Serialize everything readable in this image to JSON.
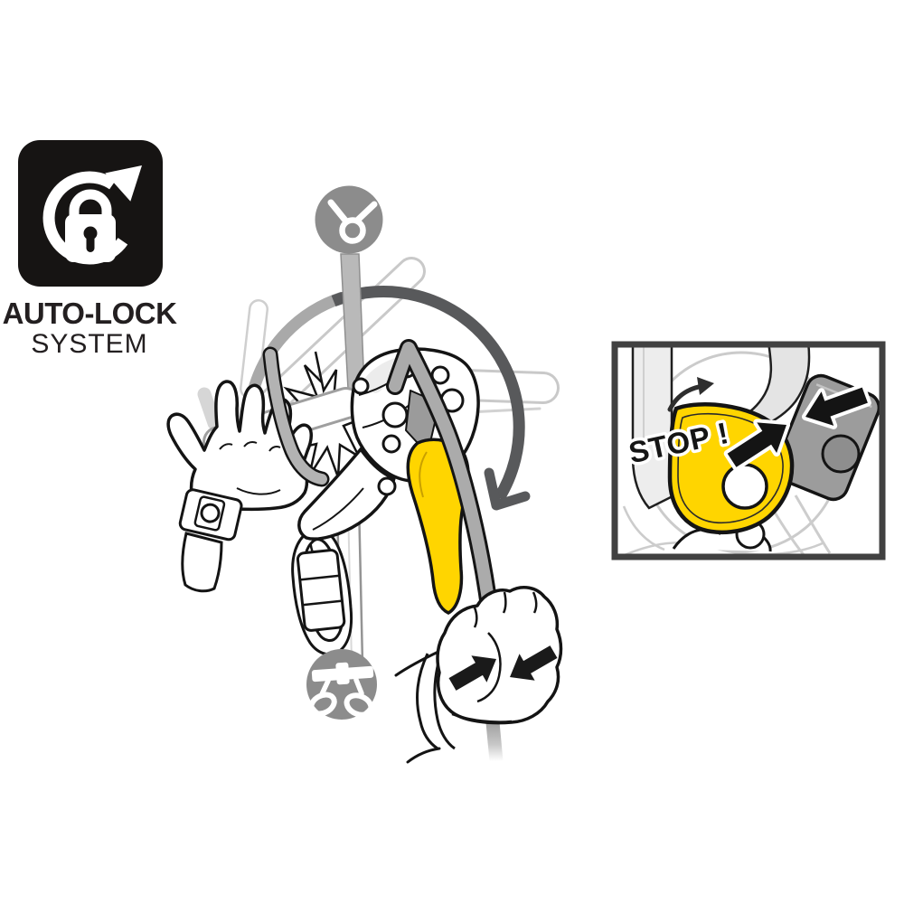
{
  "badge": {
    "title": "AUTO-LOCK",
    "subtitle": "SYSTEM"
  },
  "inset": {
    "stop_label": "STOP !"
  },
  "icons": {
    "badge_icon": "rotation-arrow-with-padlock",
    "top_circle_icon": "anchor-point",
    "bottom_circle_icon": "harness",
    "main_arrow": "clockwise-rotation-arrow",
    "hand_left": "open-releasing-gloved-hand",
    "hand_right": "fist-gripping-brake-rope",
    "grip_arrows": "squeeze-arrows",
    "inset_cam_arrow": "cam-presses-up-right",
    "inset_gate_arrow": "gate-presses-left"
  },
  "colors": {
    "yellow": "#FFD500",
    "ink": "#1A1A1A",
    "badge_bg": "#161413",
    "circle_gray": "#8C8C8C",
    "rope_gray": "#ABABAB",
    "arrow_gray": "#58595B",
    "ghost_gray": "#C9C9C9",
    "gate_gray": "#9C9C9C"
  }
}
